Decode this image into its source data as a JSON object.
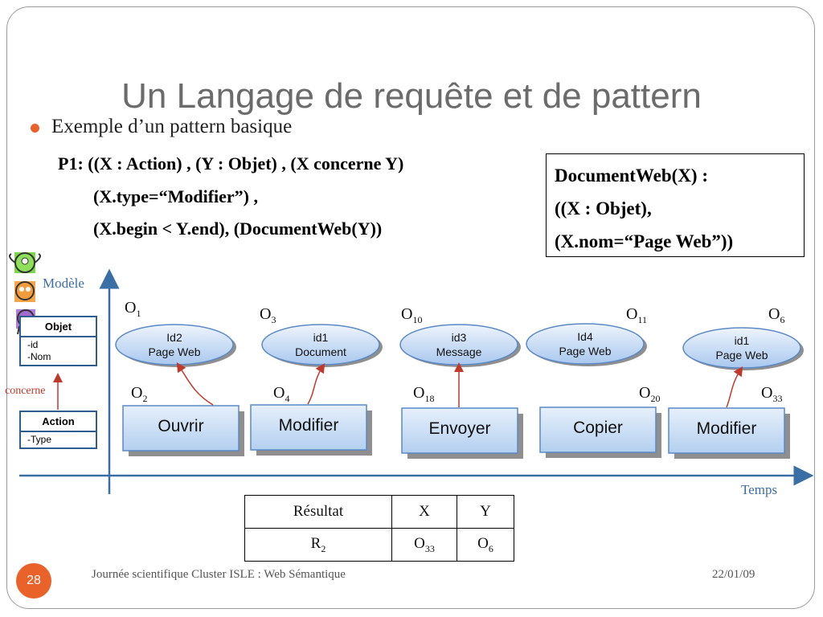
{
  "title": "Un Langage de requête et de pattern",
  "bullet": "Exemple d’un pattern  basique",
  "pattern_lines": [
    "P1: ((X : Action) , (Y : Objet) , (X concerne Y)",
    "(X.type=“Modifier”) ,",
    "(X.begin < Y.end), (DocumentWeb(Y))"
  ],
  "definition_lines": [
    "DocumentWeb(X) :",
    "((X : Objet),",
    "(X.nom=“Page Web”))"
  ],
  "axis": {
    "y_label": "Modèle",
    "x_label": "Temps"
  },
  "uml": {
    "objet": {
      "name": "Objet",
      "attrs": [
        "-id",
        "-Nom"
      ]
    },
    "action": {
      "name": "Action",
      "attrs": [
        "-Type"
      ]
    },
    "relation": "concerne"
  },
  "objects": [
    {
      "o": "O",
      "sub": "1",
      "line1": "Id2",
      "line2": "Page Web"
    },
    {
      "o": "O",
      "sub": "3",
      "line1": "id1",
      "line2": "Document"
    },
    {
      "o": "O",
      "sub": "10",
      "line1": "id3",
      "line2": "Message"
    },
    {
      "o": "O",
      "sub": "11",
      "line1": "Id4",
      "line2": "Page Web"
    },
    {
      "o": "O",
      "sub": "6",
      "line1": "id1",
      "line2": "Page Web"
    }
  ],
  "actions": [
    {
      "o": "O",
      "sub": "2",
      "label": "Ouvrir"
    },
    {
      "o": "O",
      "sub": "4",
      "label": "Modifier"
    },
    {
      "o": "O",
      "sub": "18",
      "label": "Envoyer"
    },
    {
      "o": "O",
      "sub": "20",
      "label": "Copier"
    },
    {
      "o": "O",
      "sub": "33",
      "label": "Modifier"
    }
  ],
  "result_table": {
    "headers": [
      "Résultat",
      "X",
      "Y"
    ],
    "row": {
      "r": "R",
      "r_sub": "2",
      "x": "O",
      "x_sub": "33",
      "y": "O",
      "y_sub": "6"
    }
  },
  "footer": {
    "page": "28",
    "text": "Journée scientifique Cluster ISLE : Web Sémantique",
    "date": "22/01/09"
  },
  "colors": {
    "accent": "#e8622a",
    "axis": "#3a6fa6",
    "relation": "#c0392b"
  }
}
